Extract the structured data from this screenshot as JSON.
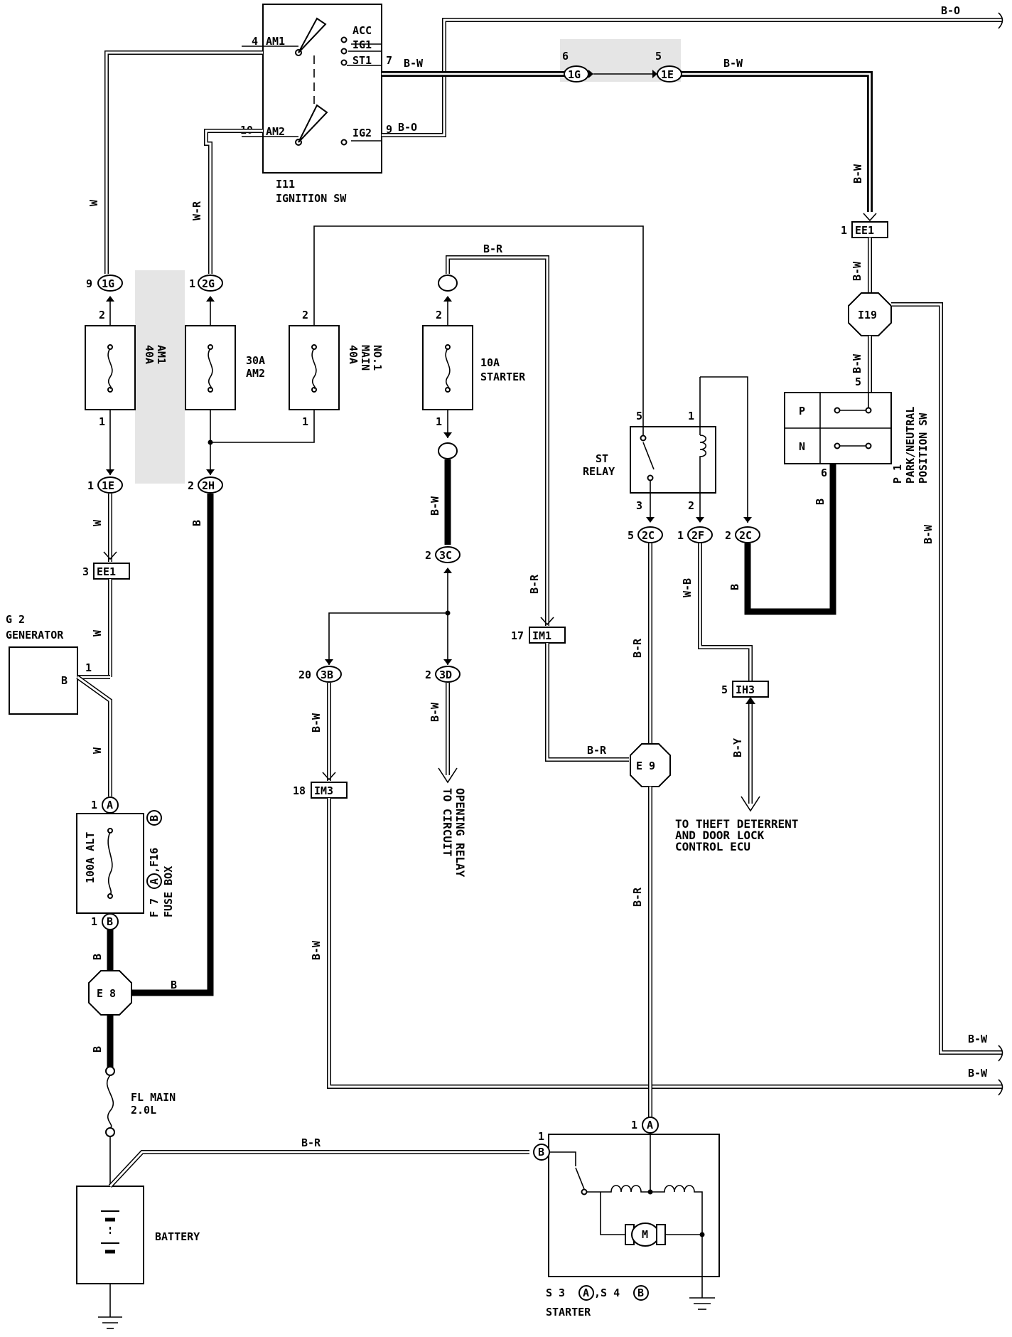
{
  "ignition_switch": {
    "id": "I11",
    "name": "IGNITION SW",
    "terminals": {
      "am1_pin": "4",
      "am1": "AM1",
      "am2_pin": "10",
      "am2": "AM2",
      "acc": "ACC",
      "ig1": "IG1",
      "st1": "ST1",
      "st1_pin": "7",
      "ig2": "IG2",
      "ig2_pin": "9"
    }
  },
  "wire_colors": {
    "bw": "B-W",
    "bo": "B-O",
    "w": "W",
    "wr": "W-R",
    "br": "B-R",
    "b": "B",
    "wb": "W-B",
    "by": "B-Y"
  },
  "connectors": {
    "c1g_a": {
      "pin": "6",
      "label": "1G"
    },
    "c1e_a": {
      "pin": "5",
      "label": "1E"
    },
    "c1g_b": {
      "pin": "9",
      "label": "1G"
    },
    "c2g": {
      "pin": "1",
      "label": "2G"
    },
    "c1e_b": {
      "pin": "1",
      "label": "1E"
    },
    "c2h": {
      "pin": "2",
      "label": "2H"
    },
    "ee1_a": {
      "pin": "3",
      "label": "EE1"
    },
    "ee1_b": {
      "pin": "1",
      "label": "EE1"
    },
    "i19": {
      "label": "I19"
    },
    "c3c": {
      "pin": "2",
      "label": "3C"
    },
    "c3b": {
      "pin": "20",
      "label": "3B"
    },
    "c3d": {
      "pin": "2",
      "label": "3D"
    },
    "im1": {
      "pin": "17",
      "label": "IM1"
    },
    "im3": {
      "pin": "18",
      "label": "IM3"
    },
    "c2c_a": {
      "pin": "5",
      "label": "2C"
    },
    "c2f": {
      "pin": "1",
      "label": "2F"
    },
    "c2c_b": {
      "pin": "2",
      "label": "2C"
    },
    "ih3": {
      "pin": "5",
      "label": "IH3"
    },
    "e9": {
      "label": "E 9"
    },
    "e8": {
      "label": "E 8"
    },
    "ca1": {
      "pin": "1",
      "label": "A"
    },
    "cb1": {
      "pin": "1",
      "label": "B"
    },
    "sa": {
      "pin": "1",
      "label": "A"
    },
    "sb": {
      "pin": "1",
      "label": "B"
    },
    "blank_top": {
      "label": ""
    },
    "blank_bottom": {
      "label": ""
    }
  },
  "fuses": {
    "am1": {
      "rating": "40A",
      "name": "AM1",
      "pin_top": "2",
      "pin_bottom": "1"
    },
    "am2": {
      "rating": "30A",
      "name": "AM2"
    },
    "main": {
      "rating": "40A",
      "name": "MAIN",
      "sub": "NO.1",
      "pin_top": "2",
      "pin_bottom": "1"
    },
    "starter": {
      "rating": "10A",
      "name": "STARTER",
      "pin_top": "2",
      "pin_bottom": "1"
    },
    "alt": {
      "name": "100A ALT"
    },
    "fl_main": {
      "name": "FL MAIN",
      "sub": "2.0L"
    }
  },
  "fuse_box": {
    "label": "F 7",
    "conn_a": "A",
    "mid": ",F16",
    "conn_b": "B",
    "name": "FUSE BOX"
  },
  "generator": {
    "id": "G 2",
    "name": "GENERATOR",
    "terminal": "B",
    "pin": "1"
  },
  "st_relay": {
    "line1": "ST",
    "line2": "RELAY",
    "pin5": "5",
    "pin1": "1",
    "pin3": "3",
    "pin2": "2"
  },
  "pn_switch": {
    "id": "P 1",
    "line1": "PARK/NEUTRAL",
    "line2": "POSITION SW",
    "p": "P",
    "n": "N",
    "pin5": "5",
    "pin6": "6"
  },
  "starter": {
    "label_a": "S 3",
    "conn_a": "A",
    "mid": ",S 4",
    "conn_b": "B",
    "name": "STARTER",
    "motor": "M"
  },
  "battery": {
    "name": "BATTERY"
  },
  "destinations": {
    "circuit_relay": {
      "line1": "TO CIRCUIT",
      "line2": "OPENING RELAY"
    },
    "theft": {
      "line1": "TO THEFT DETERRENT",
      "line2": "AND DOOR LOCK",
      "line3": "CONTROL ECU"
    }
  }
}
